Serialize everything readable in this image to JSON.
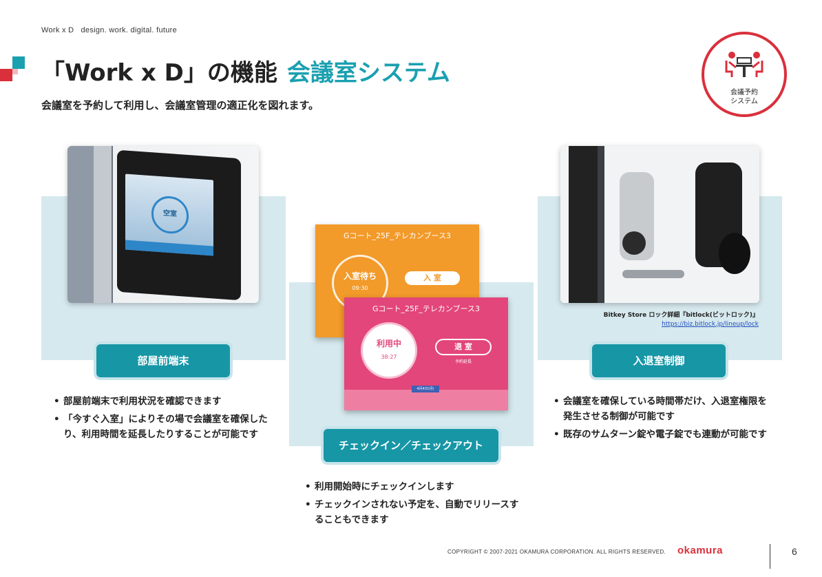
{
  "header": {
    "brand": "Work x D   design. work. digital. future",
    "title_main": "「Work x D」の機能",
    "title_accent": "会議室システム",
    "subtitle": "会議室を予約して利用し、会議室管理の適正化を図れます。"
  },
  "badge": {
    "icon": "meeting-room-icon",
    "label_line1": "会議予約",
    "label_line2": "システム"
  },
  "colors": {
    "accent": "#1aa0b0",
    "pill": "#1796a6",
    "panel": "#d6e9ee",
    "brand_red": "#d9303c",
    "screen_orange": "#f29a2a",
    "screen_pink": "#e3467a"
  },
  "columns": [
    {
      "pill": "部屋前端末",
      "bullets": [
        "部屋前端末で利用状況を確認できます",
        "「今すぐ入室」によりその場で会議室を確保したり、利用時間を延長したりすることが可能です"
      ],
      "tablet_button": "空室"
    },
    {
      "pill": "チェックイン／チェックアウト",
      "bullets": [
        "利用開始時にチェックインします",
        "チェックインされない予定を、自動でリリースすることもできます"
      ],
      "screen_back": {
        "title": "Gコート_25F_テレカンブース3",
        "status": "入室待ち",
        "time": "09:30",
        "button": "入 室"
      },
      "screen_front": {
        "title": "Gコート_25F_テレカンブース3",
        "status": "利用中",
        "time": "38:27",
        "button": "退 室",
        "sub": "予約延長",
        "date": "4月4日(月)"
      }
    },
    {
      "pill": "入退室制御",
      "bullets": [
        "会議室を確保している時間帯だけ、入退室権限を発生させる制御が可能です",
        "既存のサムターン錠や電子錠でも連動が可能です"
      ],
      "caption": "Bitkey Store ロック詳細『bitlock(ビットロック)』",
      "link": "https://biz.bitlock.jp/lineup/lock"
    }
  ],
  "footer": {
    "copyright": "COPYRIGHT © 2007-2021 OKAMURA CORPORATION. ALL RIGHTS RESERVED.",
    "logo": "okamura",
    "page": "6"
  }
}
